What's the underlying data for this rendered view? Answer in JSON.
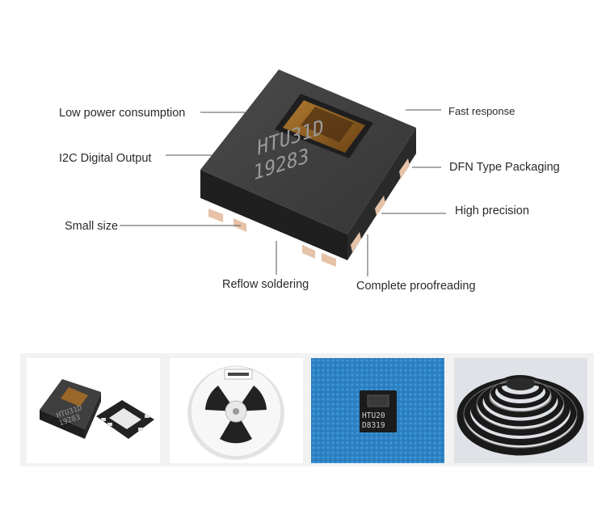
{
  "product": {
    "marking_line1": "HTU31D",
    "marking_line2": "19283"
  },
  "features": {
    "low_power": "Low power consumption",
    "i2c_output": "I2C Digital Output",
    "small_size": "Small size",
    "reflow": "Reflow soldering",
    "fast_response": "Fast response",
    "dfn_packaging": "DFN Type Packaging",
    "high_precision": "High precision",
    "proofreading": "Complete proofreading"
  },
  "thumbnails": {
    "thumb1": {
      "marking_line1": "HTU31D",
      "marking_line2": "19283"
    },
    "thumb3": {
      "marking_line1": "HTU20",
      "marking_line2": "D8319"
    }
  },
  "colors": {
    "chip_body": "#3a3a3a",
    "sensor_window": "#8a5a22",
    "pad": "#e6c2a8",
    "callout_text": "#2a2a2a",
    "strip_background": "#f2f2f2",
    "fabric_blue": "#2c7fc0"
  }
}
